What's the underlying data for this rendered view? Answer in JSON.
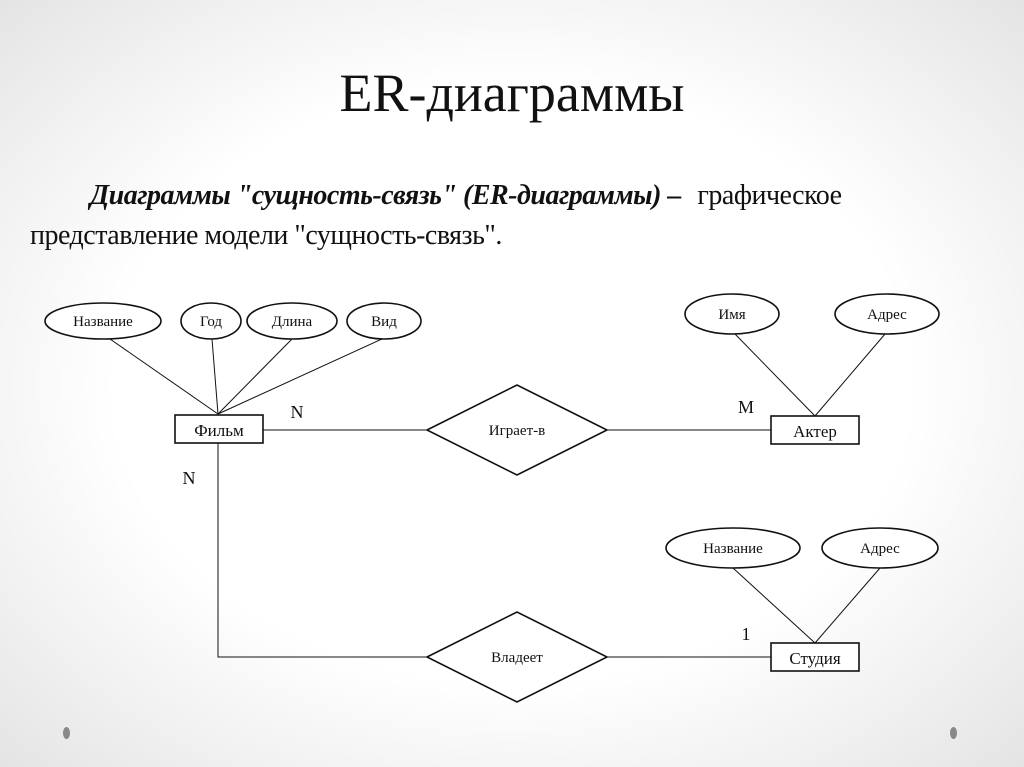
{
  "slide": {
    "title": "ER-диаграммы",
    "definition_term": "Диаграммы \"сущность-связь\" (ER-диаграммы) –",
    "definition_text_1": "графическое",
    "definition_text_2": "представление модели \"сущность-связь\"."
  },
  "diagram": {
    "entities": {
      "film": "Фильм",
      "actor": "Актер",
      "studio": "Студия"
    },
    "relationships": {
      "plays": "Играет-в",
      "owns": "Владеет"
    },
    "film_attributes": [
      "Название",
      "Год",
      "Длина",
      "Вид"
    ],
    "actor_attributes": [
      "Имя",
      "Адрес"
    ],
    "studio_attributes": [
      "Название",
      "Адрес"
    ],
    "cardinalities": {
      "film_plays": "N",
      "actor_plays": "M",
      "film_owns": "N",
      "studio_owns": "1"
    }
  }
}
